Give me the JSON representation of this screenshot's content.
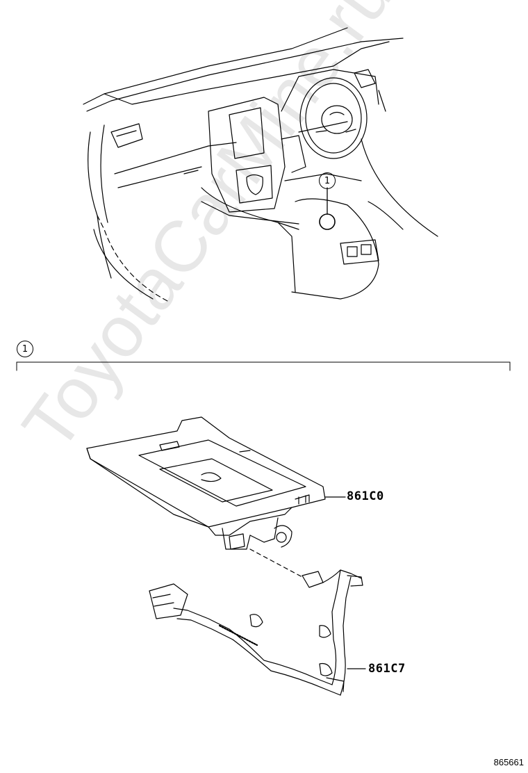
{
  "callouts": {
    "top_marker": "1",
    "section_marker": "1"
  },
  "parts": [
    {
      "id": "part-861c0",
      "label": "861C0"
    },
    {
      "id": "part-861c7",
      "label": "861C7"
    }
  ],
  "watermark": "ToyotaCarMine.ru",
  "figure_number": "865661"
}
